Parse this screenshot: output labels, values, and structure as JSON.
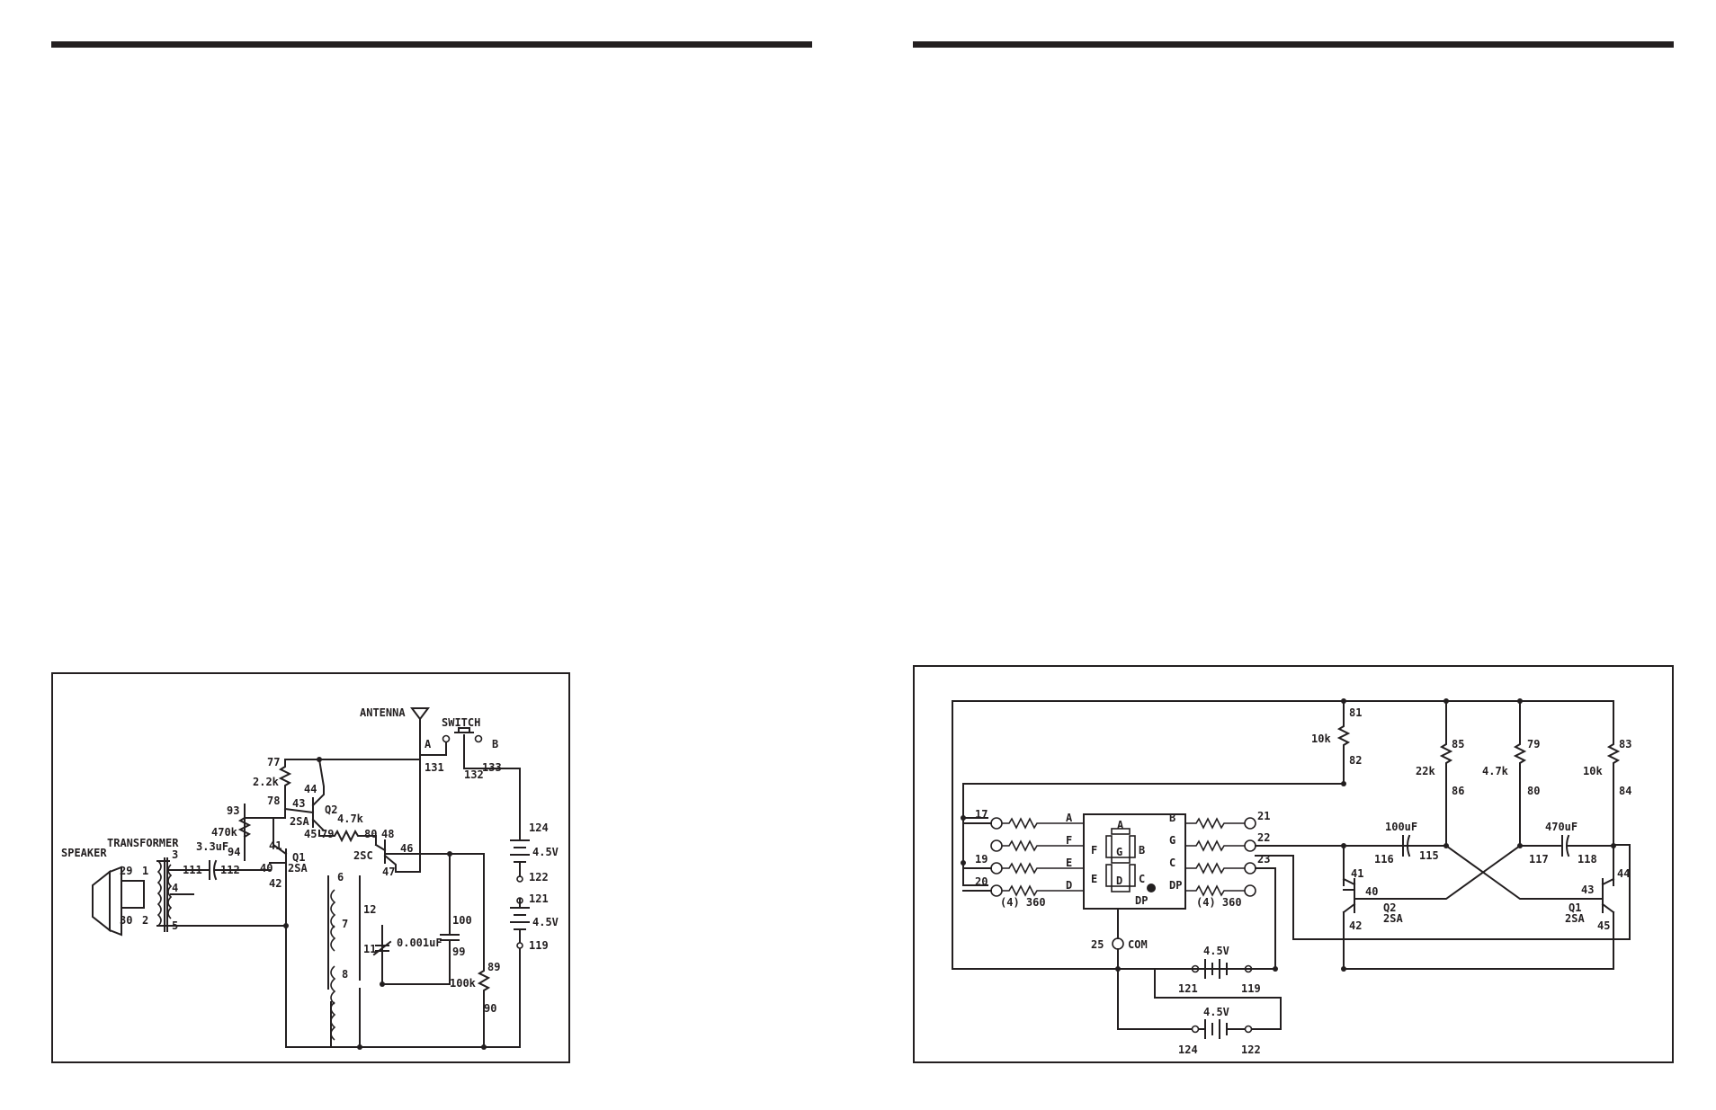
{
  "colors": {
    "ink": "#231f20",
    "paper": "#ffffff"
  },
  "left_diagram": {
    "labels": {
      "antenna": "ANTENNA",
      "switch": "SWITCH",
      "sw_a": "A",
      "sw_b": "B",
      "n131": "131",
      "n132": "132",
      "n133": "133",
      "n77": "77",
      "r22k": "2.2k",
      "n44": "44",
      "n43": "43",
      "n78": "78",
      "q2": "Q2",
      "q2type": "2SA",
      "n45": "45",
      "n79": "79",
      "r47k": "4.7k",
      "n80": "80",
      "n48": "48",
      "q3type": "2SC",
      "n46": "46",
      "n47": "47",
      "n93": "93",
      "r470k": "470k",
      "n94": "94",
      "n41": "41",
      "q1": "Q1",
      "q1type": "2SA",
      "n40": "40",
      "n42": "42",
      "transformer": "TRANSFORMER",
      "speaker": "SPEAKER",
      "c33": "3.3uF",
      "n111": "111",
      "n112": "112",
      "n29": "29",
      "n30": "30",
      "n1": "1",
      "n2": "2",
      "n3": "3",
      "n4": "4",
      "n5": "5",
      "n6": "6",
      "n7": "7",
      "n8": "8",
      "n12": "12",
      "n11": "11",
      "c0001": "0.001uF",
      "n100": "100",
      "n99": "99",
      "n89": "89",
      "r100k": "100k",
      "n90": "90",
      "n124": "124",
      "v1": "4.5V",
      "n122": "122",
      "n121": "121",
      "v2": "4.5V",
      "n119": "119"
    }
  },
  "right_diagram": {
    "labels": {
      "n81": "81",
      "r10k_a": "10k",
      "n82": "82",
      "n85": "85",
      "r22k": "22k",
      "n86": "86",
      "n79": "79",
      "r47k": "4.7k",
      "n80": "80",
      "n83": "83",
      "r10k_b": "10k",
      "n84": "84",
      "n17": "17",
      "n19": "19",
      "n20": "20",
      "res_left": "(4) 360",
      "sA": "A",
      "sF": "F",
      "sE": "E",
      "sD": "D",
      "sB": "B",
      "sG": "G",
      "sC": "C",
      "sDP": "DP",
      "n21": "21",
      "n22": "22",
      "n23": "23",
      "res_right": "(4) 360",
      "segA": "A",
      "segF": "F",
      "segG": "G",
      "segB": "B",
      "segE": "E",
      "segD": "D",
      "segC": "C",
      "segDP": "DP",
      "c100": "100uF",
      "n116": "116",
      "n115": "115",
      "c470": "470uF",
      "n117": "117",
      "n118": "118",
      "n41": "41",
      "n40": "40",
      "q2": "Q2",
      "q2type": "2SA",
      "n42": "42",
      "n43": "43",
      "n44": "44",
      "q1": "Q1",
      "q1type": "2SA",
      "n45": "45",
      "n25": "25",
      "com": "COM",
      "v1": "4.5V",
      "n121": "121",
      "n119": "119",
      "v2": "4.5V",
      "n124": "124",
      "n122": "122"
    }
  }
}
